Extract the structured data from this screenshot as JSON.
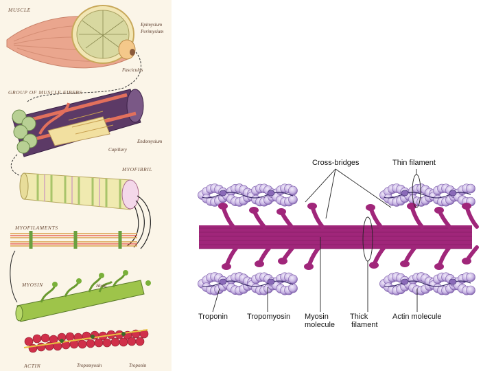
{
  "left_panel": {
    "muscle": {
      "title": "MUSCLE",
      "epimysium": "Epimysium",
      "perimysium": "Perimysium",
      "fasciculus": "Fasciculus"
    },
    "fibers": {
      "title": "GROUP OF MUSCLE FIBERS",
      "endomysium": "Endomysium",
      "capillary": "Capillary"
    },
    "myofibril": {
      "title": "MYOFIBRIL"
    },
    "myofilaments": {
      "title": "MYOFILAMENTS"
    },
    "myosin": {
      "title": "MYOSIN",
      "head": "Head"
    },
    "actin": {
      "title": "ACTIN",
      "tropomyosin": "Tropomyosin",
      "troponin": "Troponin"
    }
  },
  "right_panel": {
    "cross_bridges": "Cross-bridges",
    "thin_filament": "Thin filament",
    "troponin": "Troponin",
    "tropomyosin": "Tropomyosin",
    "myosin_molecule": [
      "Myosin",
      "molecule"
    ],
    "thick_filament": [
      "Thick",
      "filament"
    ],
    "actin_molecule": "Actin molecule"
  },
  "colors": {
    "myosin": "#a0267a",
    "actin": "#c7b4e3",
    "actin_dark": "#7a5aa8",
    "muscle": "#e8a890",
    "fascicle_green": "#a8c46a",
    "fiber_purple": "#5a3a6a",
    "capillary": "#e2705c"
  }
}
